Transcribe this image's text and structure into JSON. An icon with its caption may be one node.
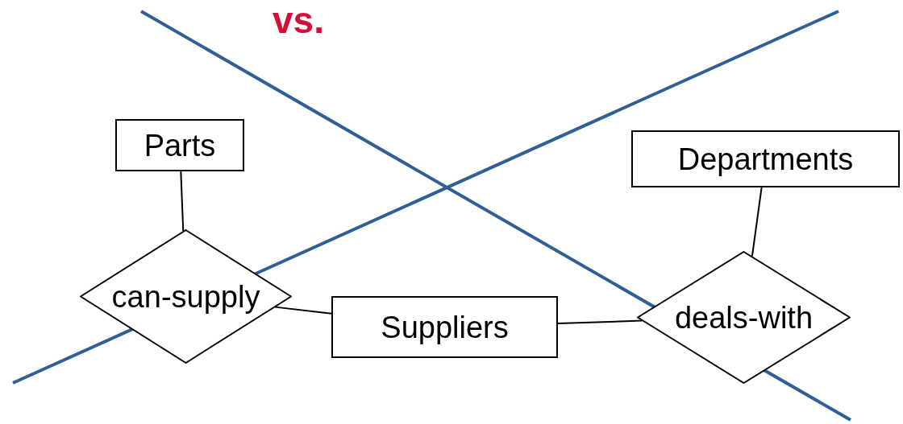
{
  "diagram": {
    "nodes": [
      {
        "text": [
          "Parts"
        ]
      },
      {
        "text": [
          "can-supply"
        ]
      },
      {
        "text": [
          "Suppliers"
        ]
      },
      {
        "text": [
          "Departments"
        ]
      },
      {
        "text": [
          "deals-with"
        ]
      }
    ],
    "edges": [
      {
        "from": 0,
        "to": 1,
        "arrow": "none"
      },
      {
        "from": 1,
        "to": 2,
        "arrow": "none"
      },
      {
        "from": 2,
        "to": 4,
        "arrow": "none"
      },
      {
        "from": 3,
        "to": 4,
        "arrow": "none"
      }
    ],
    "labels": [
      "vs."
    ]
  }
}
